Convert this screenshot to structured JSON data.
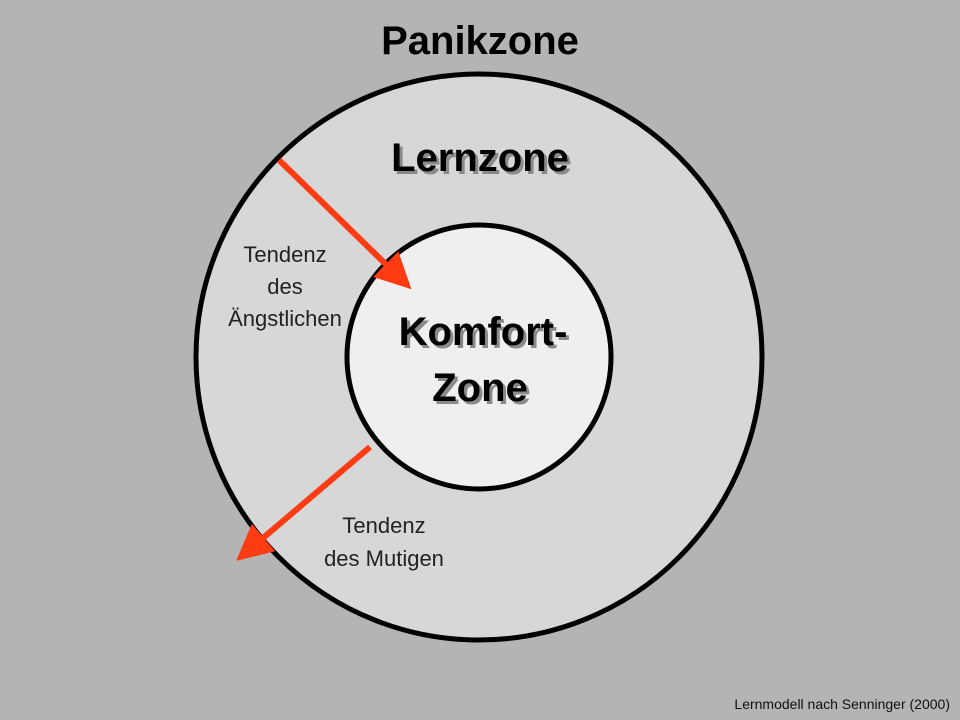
{
  "zones": {
    "panic": {
      "label": "Panikzone"
    },
    "learn": {
      "label": "Lernzone"
    },
    "comfort": {
      "line1": "Komfort-",
      "line2": "Zone"
    }
  },
  "tendencies": {
    "anxious": {
      "line1": "Tendenz",
      "line2": "des",
      "line3": "Ängstlichen"
    },
    "brave": {
      "line1": "Tendenz",
      "line2": "des Mutigen"
    }
  },
  "credit": "Lernmodell nach Senninger (2000)",
  "colors": {
    "background": "#b4b4b4",
    "learn_zone": "#d7d7d7",
    "comfort_zone": "#efefef",
    "arrow": "#ff3b14",
    "outline": "#000000"
  }
}
